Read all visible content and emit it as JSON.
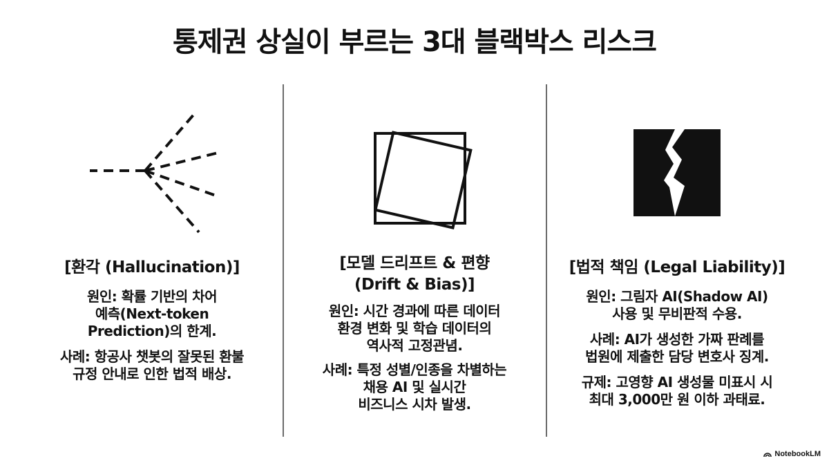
{
  "title": "통제권 상실이 부르는 3대 블랙박스 리스크",
  "columns": [
    {
      "icon": "diverging-dashed-lines-icon",
      "title_lines": [
        "[환각 (Hallucination)]"
      ],
      "cause_lines": [
        "원인: 확률 기반의 차어",
        "예측(Next-token",
        "Prediction)의 한계."
      ],
      "case_lines": [
        "사례: 항공사 챗봇의 잘못된 환불",
        "규정 안내로 인한 법적 배상."
      ]
    },
    {
      "icon": "tilted-squares-drift-icon",
      "title_lines": [
        "[모델 드리프트 & 편향",
        "(Drift & Bias)]"
      ],
      "cause_lines": [
        "원인: 시간 경과에 따른 데이터",
        "환경 변화 및 학습 데이터의",
        "역사적 고정관념."
      ],
      "case_lines": [
        "사례: 특정 성별/인종을 차별하는",
        "채용 AI 및 실시간",
        "비즈니스 시차 발생."
      ]
    },
    {
      "icon": "cracked-black-square-icon",
      "title_lines": [
        "[법적 책임 (Legal Liability)]"
      ],
      "cause_lines": [
        "원인: 그림자 AI(Shadow AI)",
        "사용 및 무비판적 수용."
      ],
      "case_lines": [
        "사례: AI가 생성한 가짜 판례를",
        "법원에 제출한 담당 변호사 징계."
      ],
      "reg_lines": [
        "규제: 고영향 AI 생성물 미표시 시",
        "최대 3,000만 원 이하 과태료."
      ]
    }
  ],
  "brand": "NotebookLM"
}
